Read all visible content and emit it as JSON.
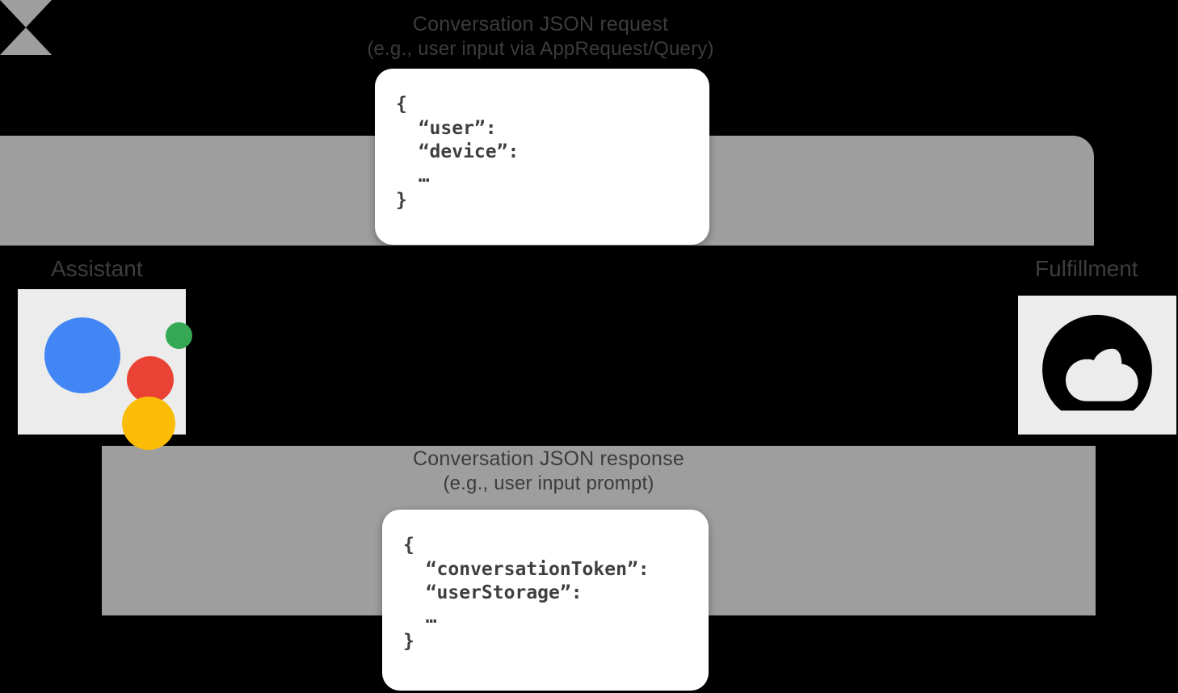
{
  "diagram": {
    "title": "Google Assistant conversation request/response flow",
    "background_color": "#000000",
    "band_color": "#9e9e9e",
    "tile_color": "#ececec",
    "card_color": "#ffffff"
  },
  "endpoints": {
    "assistant": {
      "label": "Assistant",
      "icon": "google-assistant-logo",
      "dots": [
        {
          "name": "blue-dot",
          "color": "#4285F4"
        },
        {
          "name": "red-dot",
          "color": "#EA4335"
        },
        {
          "name": "green-dot",
          "color": "#34A853"
        },
        {
          "name": "yellow-dot",
          "color": "#FBBC05"
        }
      ]
    },
    "fulfillment": {
      "label": "Fulfillment",
      "icon": "cloud-icon",
      "icon_color": "#000000"
    }
  },
  "request": {
    "caption_line1": "Conversation JSON request",
    "caption_line2": "(e.g., user input via AppRequest/Query)",
    "direction": "assistant-to-fulfillment",
    "json": "{\n  “user”:\n  “device”:\n  …\n}"
  },
  "response": {
    "caption_line1": "Conversation JSON response",
    "caption_line2": "(e.g., user input prompt)",
    "direction": "fulfillment-to-assistant",
    "json": "{\n  “conversationToken”:\n  “userStorage”:\n  …\n}"
  }
}
